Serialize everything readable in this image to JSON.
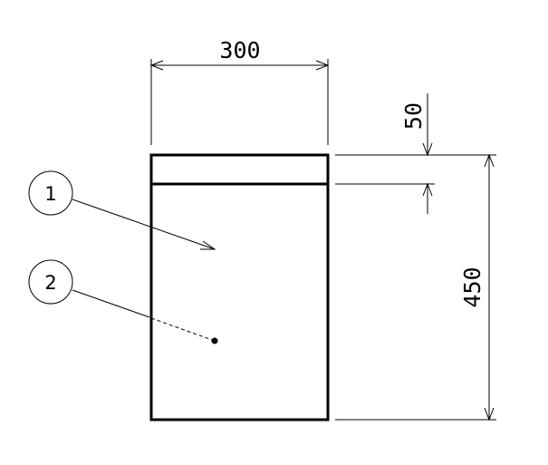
{
  "dimensions": {
    "width": "300",
    "top_offset": "50",
    "height": "450"
  },
  "callouts": [
    {
      "label": "1"
    },
    {
      "label": "2"
    }
  ],
  "colors": {
    "line": "#000000",
    "background": "#ffffff"
  }
}
